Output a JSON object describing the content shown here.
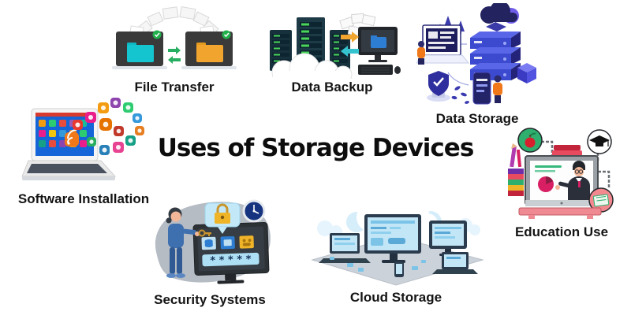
{
  "title": "Uses of Storage Devices",
  "sections": {
    "file_transfer": {
      "label": "File Transfer"
    },
    "data_backup": {
      "label": "Data Backup"
    },
    "data_storage": {
      "label": "Data Storage"
    },
    "software_installation": {
      "label": "Software Installation"
    },
    "security_systems": {
      "label": "Security Systems"
    },
    "cloud_storage": {
      "label": "Cloud Storage"
    },
    "education_use": {
      "label": "Education Use"
    }
  },
  "security": {
    "password_mask": "* * * * *"
  },
  "colors": {
    "title_text": "#0d0d0d",
    "label_text": "#141414",
    "laptop_dark": "#3a3a3a",
    "folder_teal": "#14c4cf",
    "folder_orange": "#f2a52e",
    "sync_green": "#27ae60",
    "server_dark": "#1d3a47",
    "led_green": "#49d65a",
    "backup_folder_blue": "#2d7dd2",
    "arrow_yellow": "#f2a52e",
    "arrow_cyan": "#35c4cf",
    "storage_indigo": "#3c4ad0",
    "storage_navy": "#23235f",
    "storage_purple": "#6f5ce8",
    "person_orange": "#f07818",
    "install_screen_blue": "#1565d8",
    "security_blob_gray": "#b6bcc4",
    "security_lightblue": "#aee0f5",
    "lock_gold": "#f0b429",
    "clock_navy": "#16337f",
    "cloud_frame": "#2b3c4e",
    "cloud_screen": "#c3e6f7",
    "platform_gray": "#ccd2d9",
    "education_green": "#2eaf6e",
    "education_red": "#d81f2e",
    "education_pink": "#f4888f",
    "shelf_pink": "#ef8a92"
  }
}
